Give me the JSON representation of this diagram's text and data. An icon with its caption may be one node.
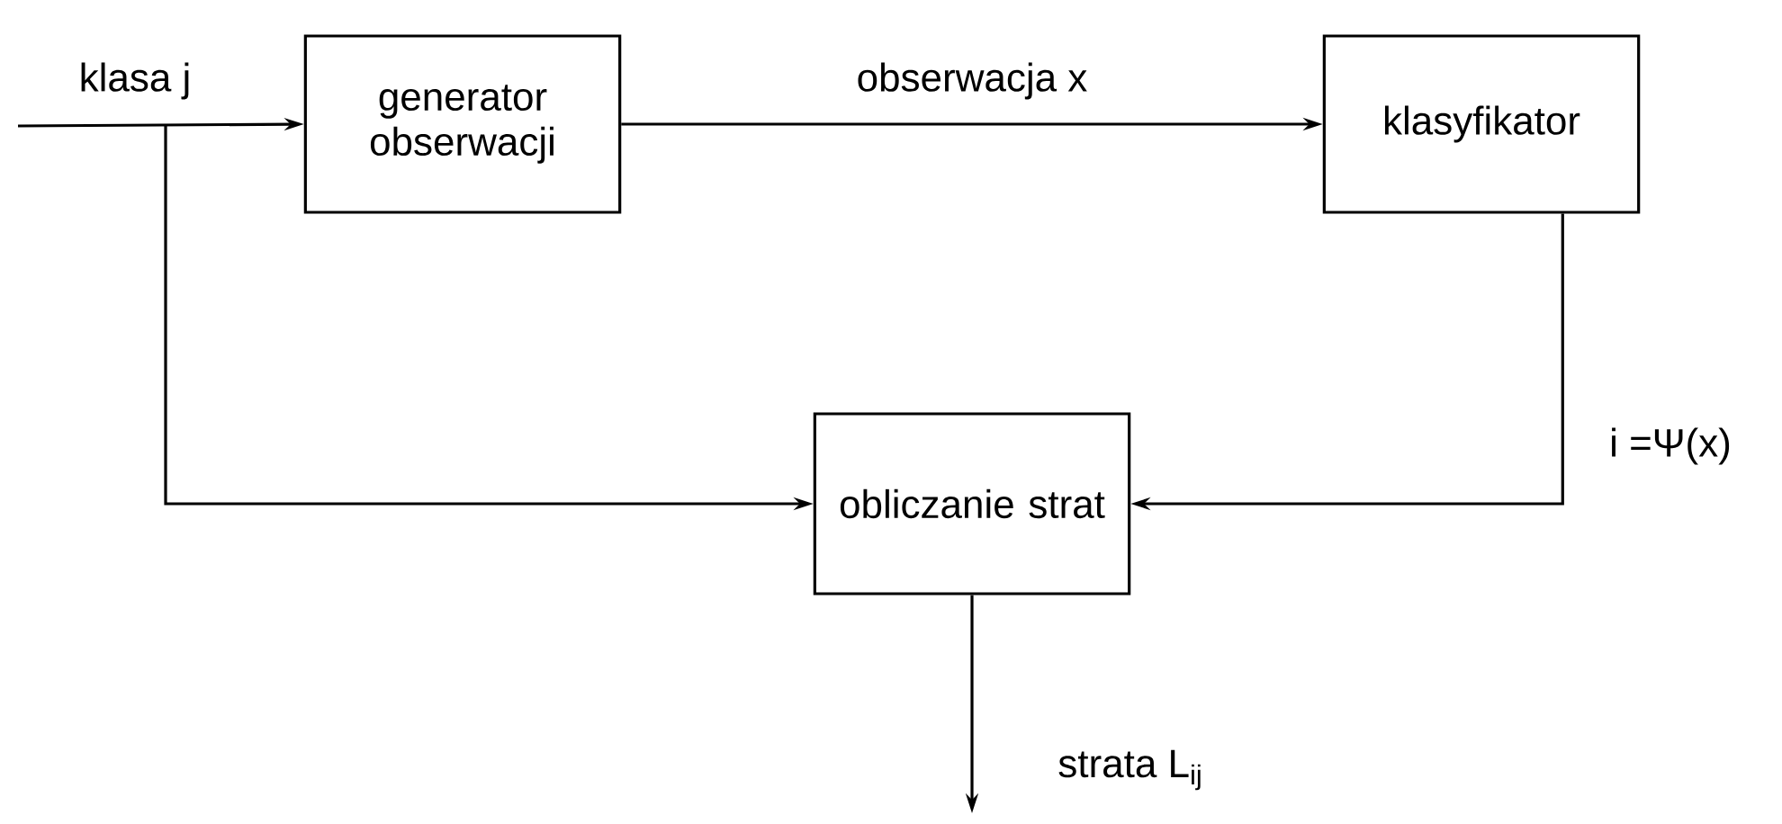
{
  "diagram": {
    "nodes": [
      {
        "text": [
          "generator obserwacji"
        ]
      },
      {
        "text": [
          "klasyfikator"
        ]
      },
      {
        "text": [
          "obliczanie strat"
        ]
      }
    ],
    "edges": [
      {
        "from": null,
        "to": 0,
        "arrow": "to",
        "label": "klasa j"
      },
      {
        "from": null,
        "to": 2,
        "arrow": "to"
      },
      {
        "from": 0,
        "to": 1,
        "arrow": "to",
        "label": "obserwacja x"
      },
      {
        "from": 1,
        "to": 2,
        "arrow": "to",
        "label": "i =Ψ(x)"
      },
      {
        "from": 2,
        "to": null,
        "arrow": "to",
        "label": "strata L$_{ij}$"
      }
    ]
  }
}
